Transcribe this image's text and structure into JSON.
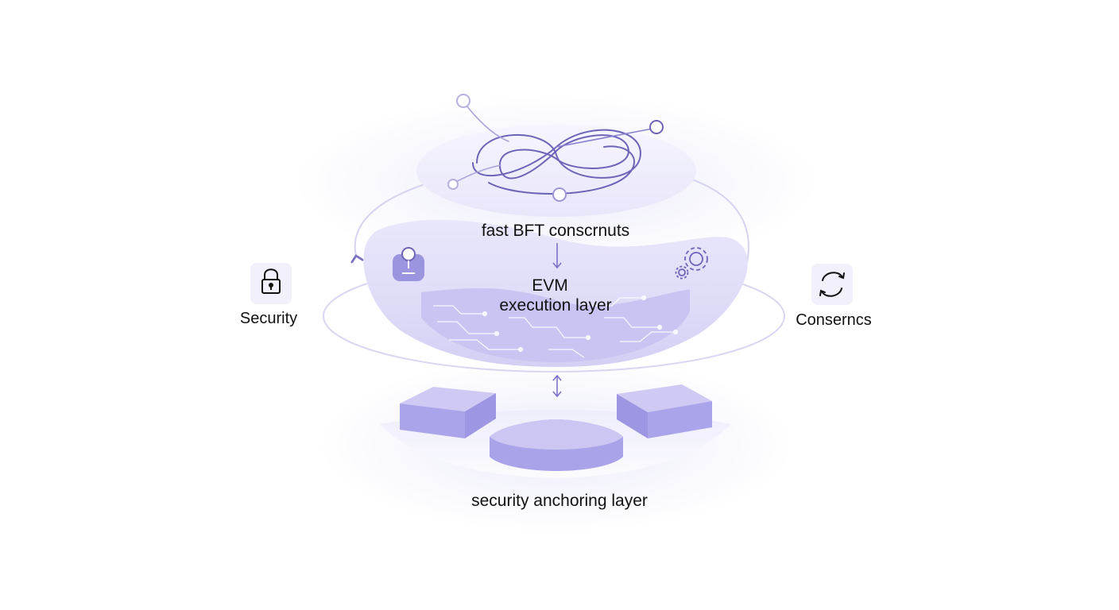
{
  "layers": {
    "consensus_label": "fast BFT conscrnuts",
    "execution_line1": "EVM",
    "execution_line2": "execution layer",
    "anchoring_label": "security anchoring layer"
  },
  "side_items": {
    "left": {
      "label": "Security",
      "icon": "lock-icon"
    },
    "right": {
      "label": "Conserncs",
      "icon": "refresh-cycle-icon"
    }
  },
  "colors": {
    "accent": "#7b72c6",
    "line": "#6d64b8",
    "soft_fill": "#ecebfb",
    "block_fill": "#aaa4ea",
    "icon_box": "#f1f0fb",
    "text": "#111111"
  }
}
